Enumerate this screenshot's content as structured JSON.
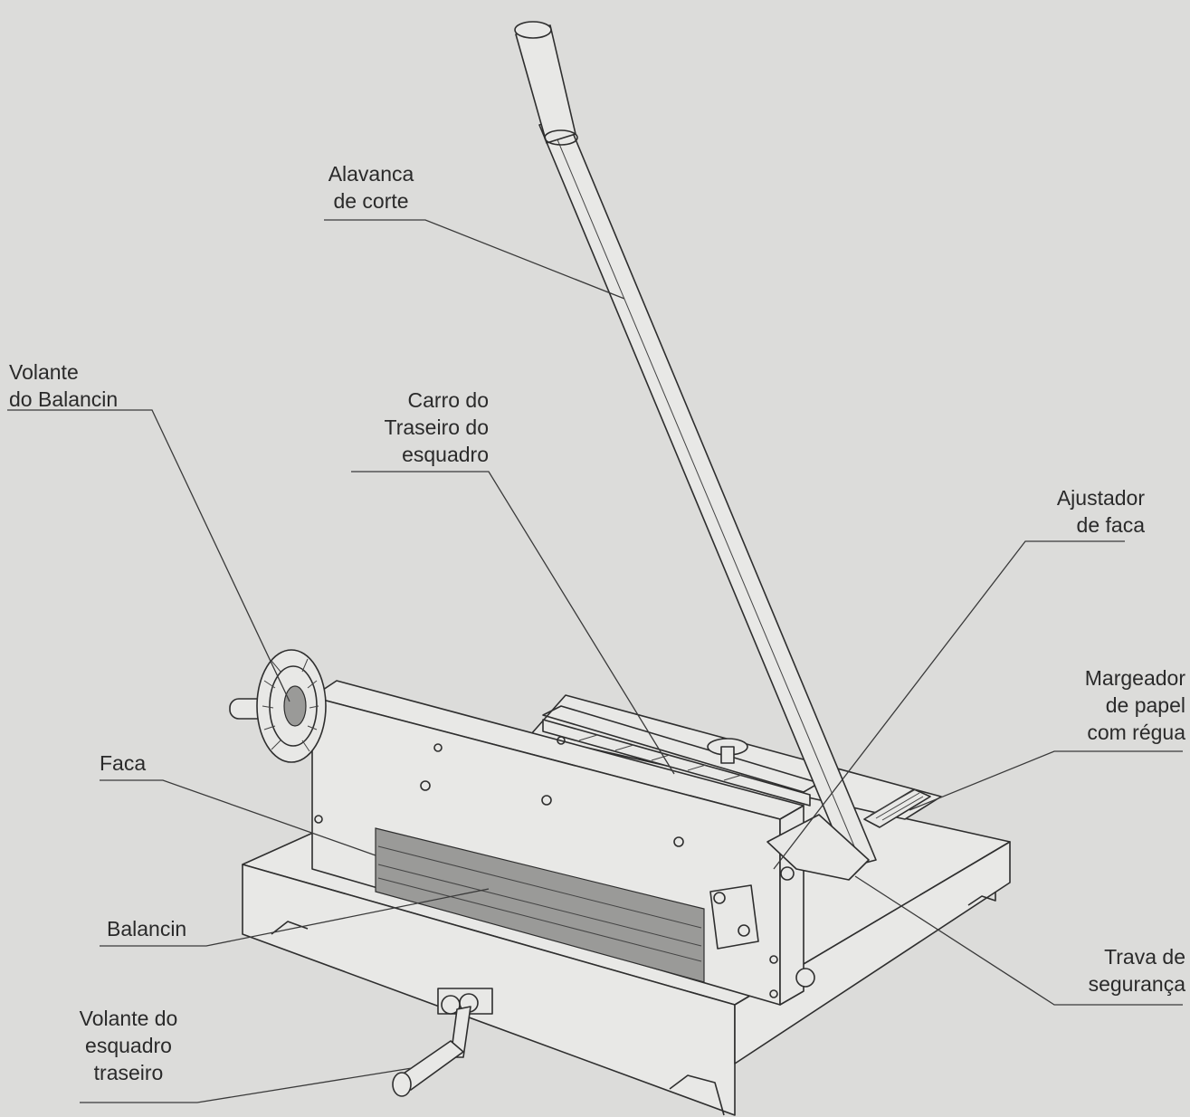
{
  "labels": {
    "alavanca": [
      "Alavanca",
      "de corte"
    ],
    "volante_balancin": [
      "Volante",
      "do Balancin"
    ],
    "carro": [
      "Carro do",
      "Traseiro do",
      "esquadro"
    ],
    "ajustador": [
      "Ajustador",
      "de faca"
    ],
    "margeador": [
      "Margeador",
      "de papel",
      "com régua"
    ],
    "faca": [
      "Faca"
    ],
    "balancin": [
      "Balancin"
    ],
    "trava": [
      "Trava de",
      "segurança"
    ],
    "volante_esquadro": [
      "Volante do",
      "esquadro",
      "traseiro"
    ]
  },
  "colors": {
    "background": "#dcdcda",
    "ink": "#2e2e2e"
  }
}
